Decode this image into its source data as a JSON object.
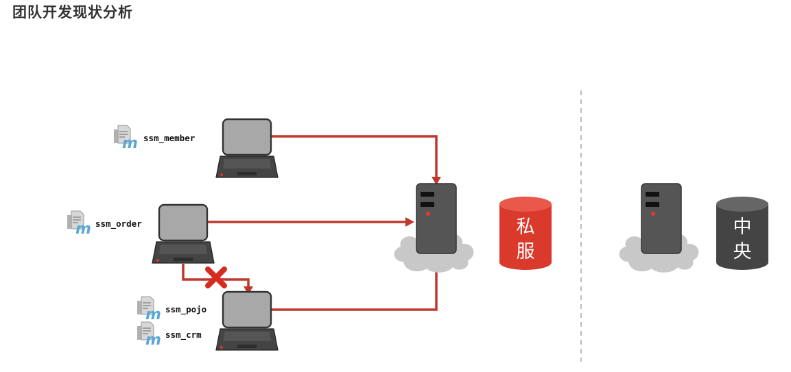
{
  "page": {
    "title": "团队开发现状分析"
  },
  "modules": [
    {
      "id": "member",
      "label": "ssm_member"
    },
    {
      "id": "order",
      "label": "ssm_order"
    },
    {
      "id": "pojo",
      "label": "ssm_pojo"
    },
    {
      "id": "crm",
      "label": "ssm_crm"
    }
  ],
  "private_repo": {
    "line1": "私",
    "line2": "服",
    "color": "#d93a2b"
  },
  "central_repo": {
    "line1": "中",
    "line2": "央",
    "color": "#444444"
  },
  "colors": {
    "arrow": "#c0372b",
    "laptop_screen": "#a8a8a8",
    "server": "#555555",
    "cloud": "#c8c8c8",
    "maven_icon": "#5aa7d6"
  },
  "icons": [
    "maven-module-icon",
    "laptop-icon",
    "server-icon",
    "cloud-icon",
    "database-icon",
    "blocked-x-icon"
  ]
}
